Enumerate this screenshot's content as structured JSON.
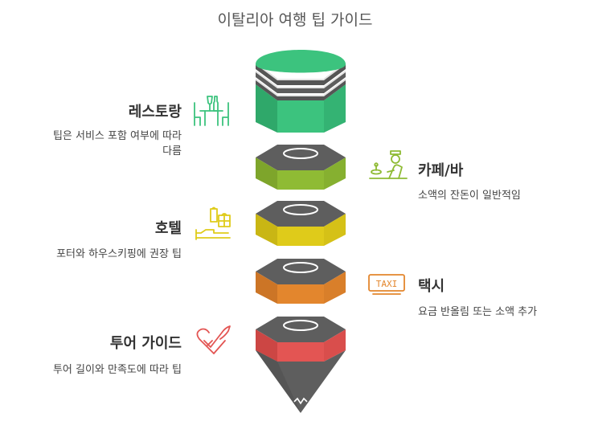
{
  "title": "이탈리아 여행 팁 가이드",
  "colors": {
    "restaurant": "#3cc37e",
    "cafe": "#8fbb34",
    "hotel": "#dfcb1a",
    "taxi": "#e3862d",
    "tour": "#e35553",
    "cap": "#5e5e5e"
  },
  "items": [
    {
      "key": "restaurant",
      "heading": "레스토랑",
      "desc_line1": "팁은 서비스 포함 여부에 따라",
      "desc_line2": "다름",
      "icon": "dining-table-icon"
    },
    {
      "key": "cafe",
      "heading": "카페/바",
      "desc_line1": "소액의 잔돈이 일반적임",
      "icon": "waiter-icon"
    },
    {
      "key": "hotel",
      "heading": "호텔",
      "desc_line1": "포터와 하우스키핑에 권장 팁",
      "icon": "hotel-bell-icon"
    },
    {
      "key": "taxi",
      "heading": "택시",
      "desc_line1": "요금 반올림 또는 소액 추가",
      "icon": "taxi-sign-icon",
      "icon_text": "TAXI"
    },
    {
      "key": "tour",
      "heading": "투어 가이드",
      "desc_line1": "투어 길이와 만족도에 따라 팁",
      "icon": "heart-hand-icon"
    }
  ]
}
